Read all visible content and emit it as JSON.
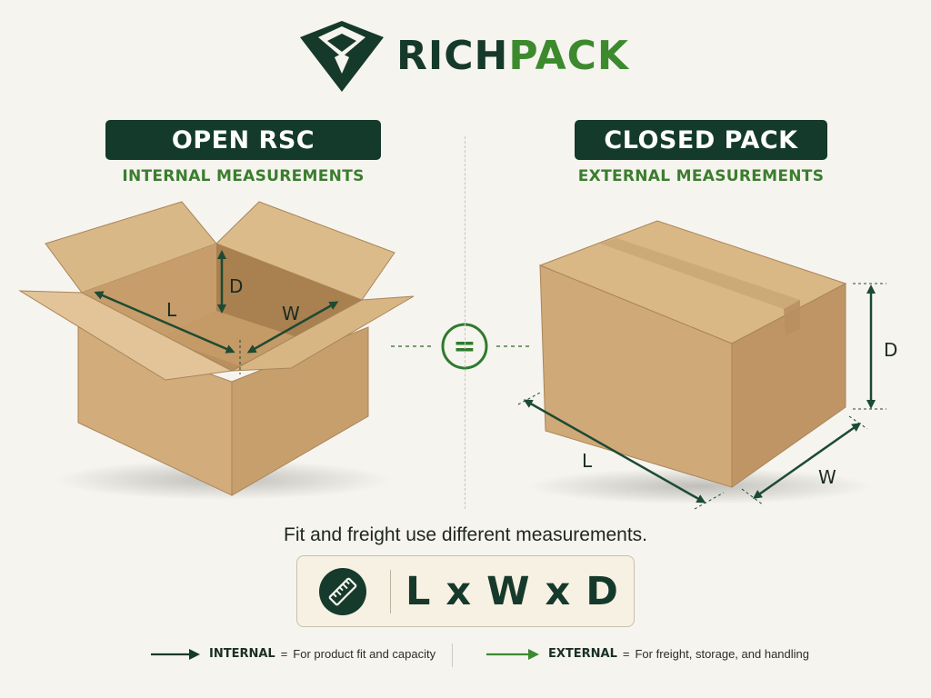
{
  "brand": {
    "part1": "RICH",
    "part2": "PACK"
  },
  "open": {
    "title": "OPEN RSC",
    "subtitle": "INTERNAL MEASUREMENTS",
    "dim_l": "L",
    "dim_w": "W",
    "dim_d": "D"
  },
  "closed": {
    "title": "CLOSED PACK",
    "subtitle": "EXTERNAL MEASUREMENTS",
    "dim_l": "L",
    "dim_w": "W",
    "dim_d": "D"
  },
  "equals": "=",
  "caption": "Fit and freight use different measurements.",
  "formula": {
    "text": "L x W x D",
    "icon": "ruler-icon"
  },
  "legend": {
    "internal_key": "INTERNAL",
    "internal_desc": "For product fit and capacity",
    "external_key": "EXTERNAL",
    "external_desc": "For freight, storage, and handling",
    "eq": "="
  },
  "colors": {
    "dark_green": "#133a2b",
    "brand_green": "#3d8a2e",
    "kraft": "#d3ae7e",
    "background": "#f6f4ee"
  }
}
